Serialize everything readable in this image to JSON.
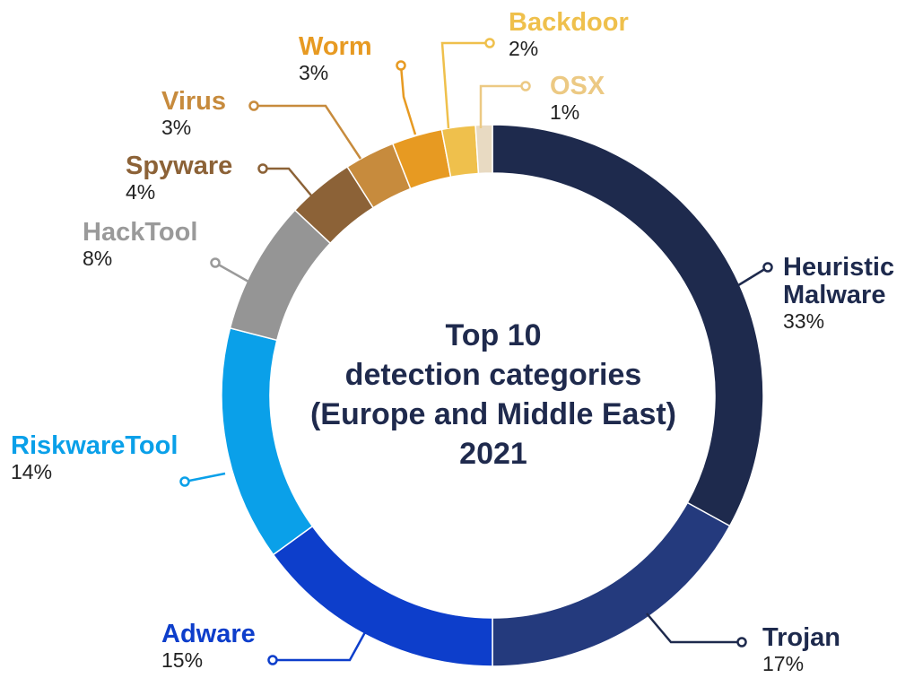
{
  "chart_data": {
    "type": "pie",
    "variant": "donut",
    "title_lines": [
      "Top 10",
      "detection categories",
      "(Europe and Middle East)",
      "2021"
    ],
    "slices": [
      {
        "name": "Heuristic Malware",
        "name_lines": [
          "Heuristic",
          "Malware"
        ],
        "value": 33,
        "label": "33%",
        "color": "#1e2a4d"
      },
      {
        "name": "Trojan",
        "name_lines": [
          "Trojan"
        ],
        "value": 17,
        "label": "17%",
        "color": "#243a7d"
      },
      {
        "name": "Adware",
        "name_lines": [
          "Adware"
        ],
        "value": 15,
        "label": "15%",
        "color": "#0d3ecb"
      },
      {
        "name": "RiskwareTool",
        "name_lines": [
          "RiskwareTool"
        ],
        "value": 14,
        "label": "14%",
        "color": "#0aa0e9"
      },
      {
        "name": "HackTool",
        "name_lines": [
          "HackTool"
        ],
        "value": 8,
        "label": "8%",
        "color": "#959595"
      },
      {
        "name": "Spyware",
        "name_lines": [
          "Spyware"
        ],
        "value": 4,
        "label": "4%",
        "color": "#8c6237"
      },
      {
        "name": "Virus",
        "name_lines": [
          "Virus"
        ],
        "value": 3,
        "label": "3%",
        "color": "#c78b3d"
      },
      {
        "name": "Worm",
        "name_lines": [
          "Worm"
        ],
        "value": 3,
        "label": "3%",
        "color": "#e79a22"
      },
      {
        "name": "Backdoor",
        "name_lines": [
          "Backdoor"
        ],
        "value": 2,
        "label": "2%",
        "color": "#efc04c"
      },
      {
        "name": "OSX",
        "name_lines": [
          "OSX"
        ],
        "value": 1,
        "label": "1%",
        "color": "#e8dac2"
      }
    ],
    "label_colors": {
      "Heuristic Malware": "#1e2a4d",
      "Trojan": "#1e2a4d",
      "Adware": "#0d3ecb",
      "RiskwareTool": "#0aa0e9",
      "HackTool": "#9a9a9a",
      "Spyware": "#8c6237",
      "Virus": "#c78b3d",
      "Worm": "#e79a22",
      "Backdoor": "#efc04c",
      "OSX": "#ecc983"
    }
  }
}
